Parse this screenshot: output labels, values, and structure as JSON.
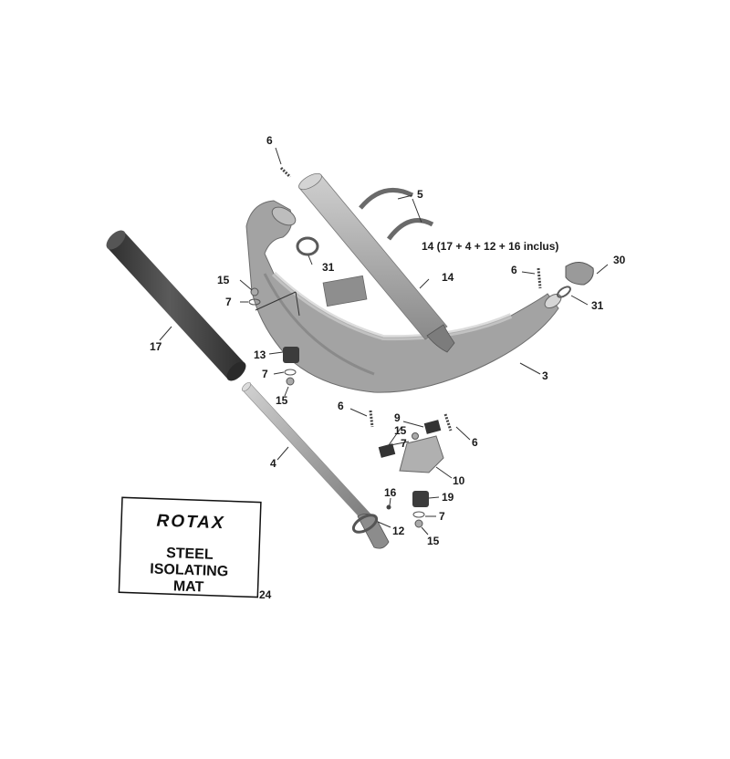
{
  "colors": {
    "part_fill": "#9a9a9a",
    "part_light": "#c4c4c4",
    "part_dark": "#6c6c6c",
    "rubber": "#3e3e3e",
    "background": "#ffffff"
  },
  "note": "14 (17 + 4 + 12 + 16 inclus)",
  "callouts": {
    "c6a": "6",
    "c5": "5",
    "c14a": "14",
    "c31a": "31",
    "c15a": "15",
    "c7a": "7",
    "c17": "17",
    "c13": "13",
    "c7b": "7",
    "c15b": "15",
    "c6b": "6",
    "c30": "30",
    "c31b": "31",
    "c3": "3",
    "c6c": "6",
    "c9": "9",
    "c15c": "15",
    "c7c": "7",
    "c6d": "6",
    "c10": "10",
    "c4": "4",
    "c16": "16",
    "c19": "19",
    "c12": "12",
    "c7d": "7",
    "c15d": "15",
    "c24": "24"
  },
  "mat": {
    "brand": "ROTAX",
    "line1": "STEEL",
    "line2": "ISOLATING",
    "line3": "MAT"
  }
}
